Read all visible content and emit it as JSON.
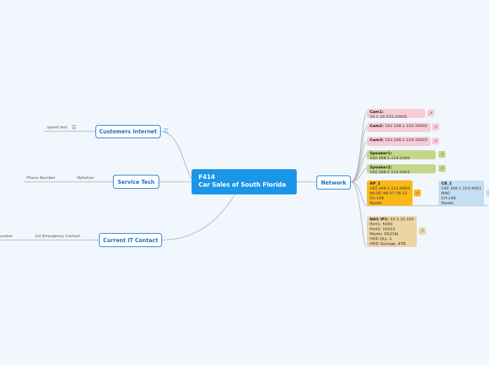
{
  "central": {
    "line1": "F414",
    "line2": "Car Sales of South Florida"
  },
  "left": {
    "customers_internet": {
      "label": "Customers Internet",
      "child": "speed test",
      "note_icon": "note-icon"
    },
    "service_tech": {
      "label": "Service Tech",
      "child": "Nahshon",
      "grandchild": "Phone Number"
    },
    "current_it": {
      "label": "Current IT Contact",
      "child": "1st Emergency Contact",
      "grandchild": "umber"
    }
  },
  "network": {
    "label": "Network",
    "cam1": {
      "k": "Cam1:",
      "v": "10.1.10.101:10001"
    },
    "cam2": {
      "k": "Cam2:",
      "v": "192.168.1.102:10002"
    },
    "cam3": {
      "k": "Cam3:",
      "v": "192.168.1.103:10003"
    },
    "speaker1": {
      "k": "Speaker1:",
      "v": "192.168.1.114:2000"
    },
    "speaker2": {
      "k": "Speaker2:",
      "v": "192.168.1.115:2001"
    },
    "ap1": {
      "title": "AP_1",
      "l1": "192.168.1.112:4000",
      "l2": "88:DC:96:57:78:22",
      "l3": "Ch:149",
      "l4": "Model:"
    },
    "cb1": {
      "title": "CB_1",
      "l1": "192.168.1.113:4001",
      "l2": "MAC:",
      "l3": "CH:149",
      "l4": "Model:"
    },
    "nas": {
      "k": "NAS IP1:",
      "v": "10.1.10.100",
      "l1": "Port1: 5000",
      "l2": "Port2: 15023",
      "l3": "Model: DS216j",
      "l4": "HDD Qty: 2",
      "l5": "HDD Storage: 4TB"
    }
  },
  "colors": {
    "central": "#1a96e8",
    "pink": "#f7ccd6",
    "green": "#c5d68a",
    "orange": "#fbb917",
    "blue": "#c5dff2",
    "tan": "#ecd5a4"
  }
}
